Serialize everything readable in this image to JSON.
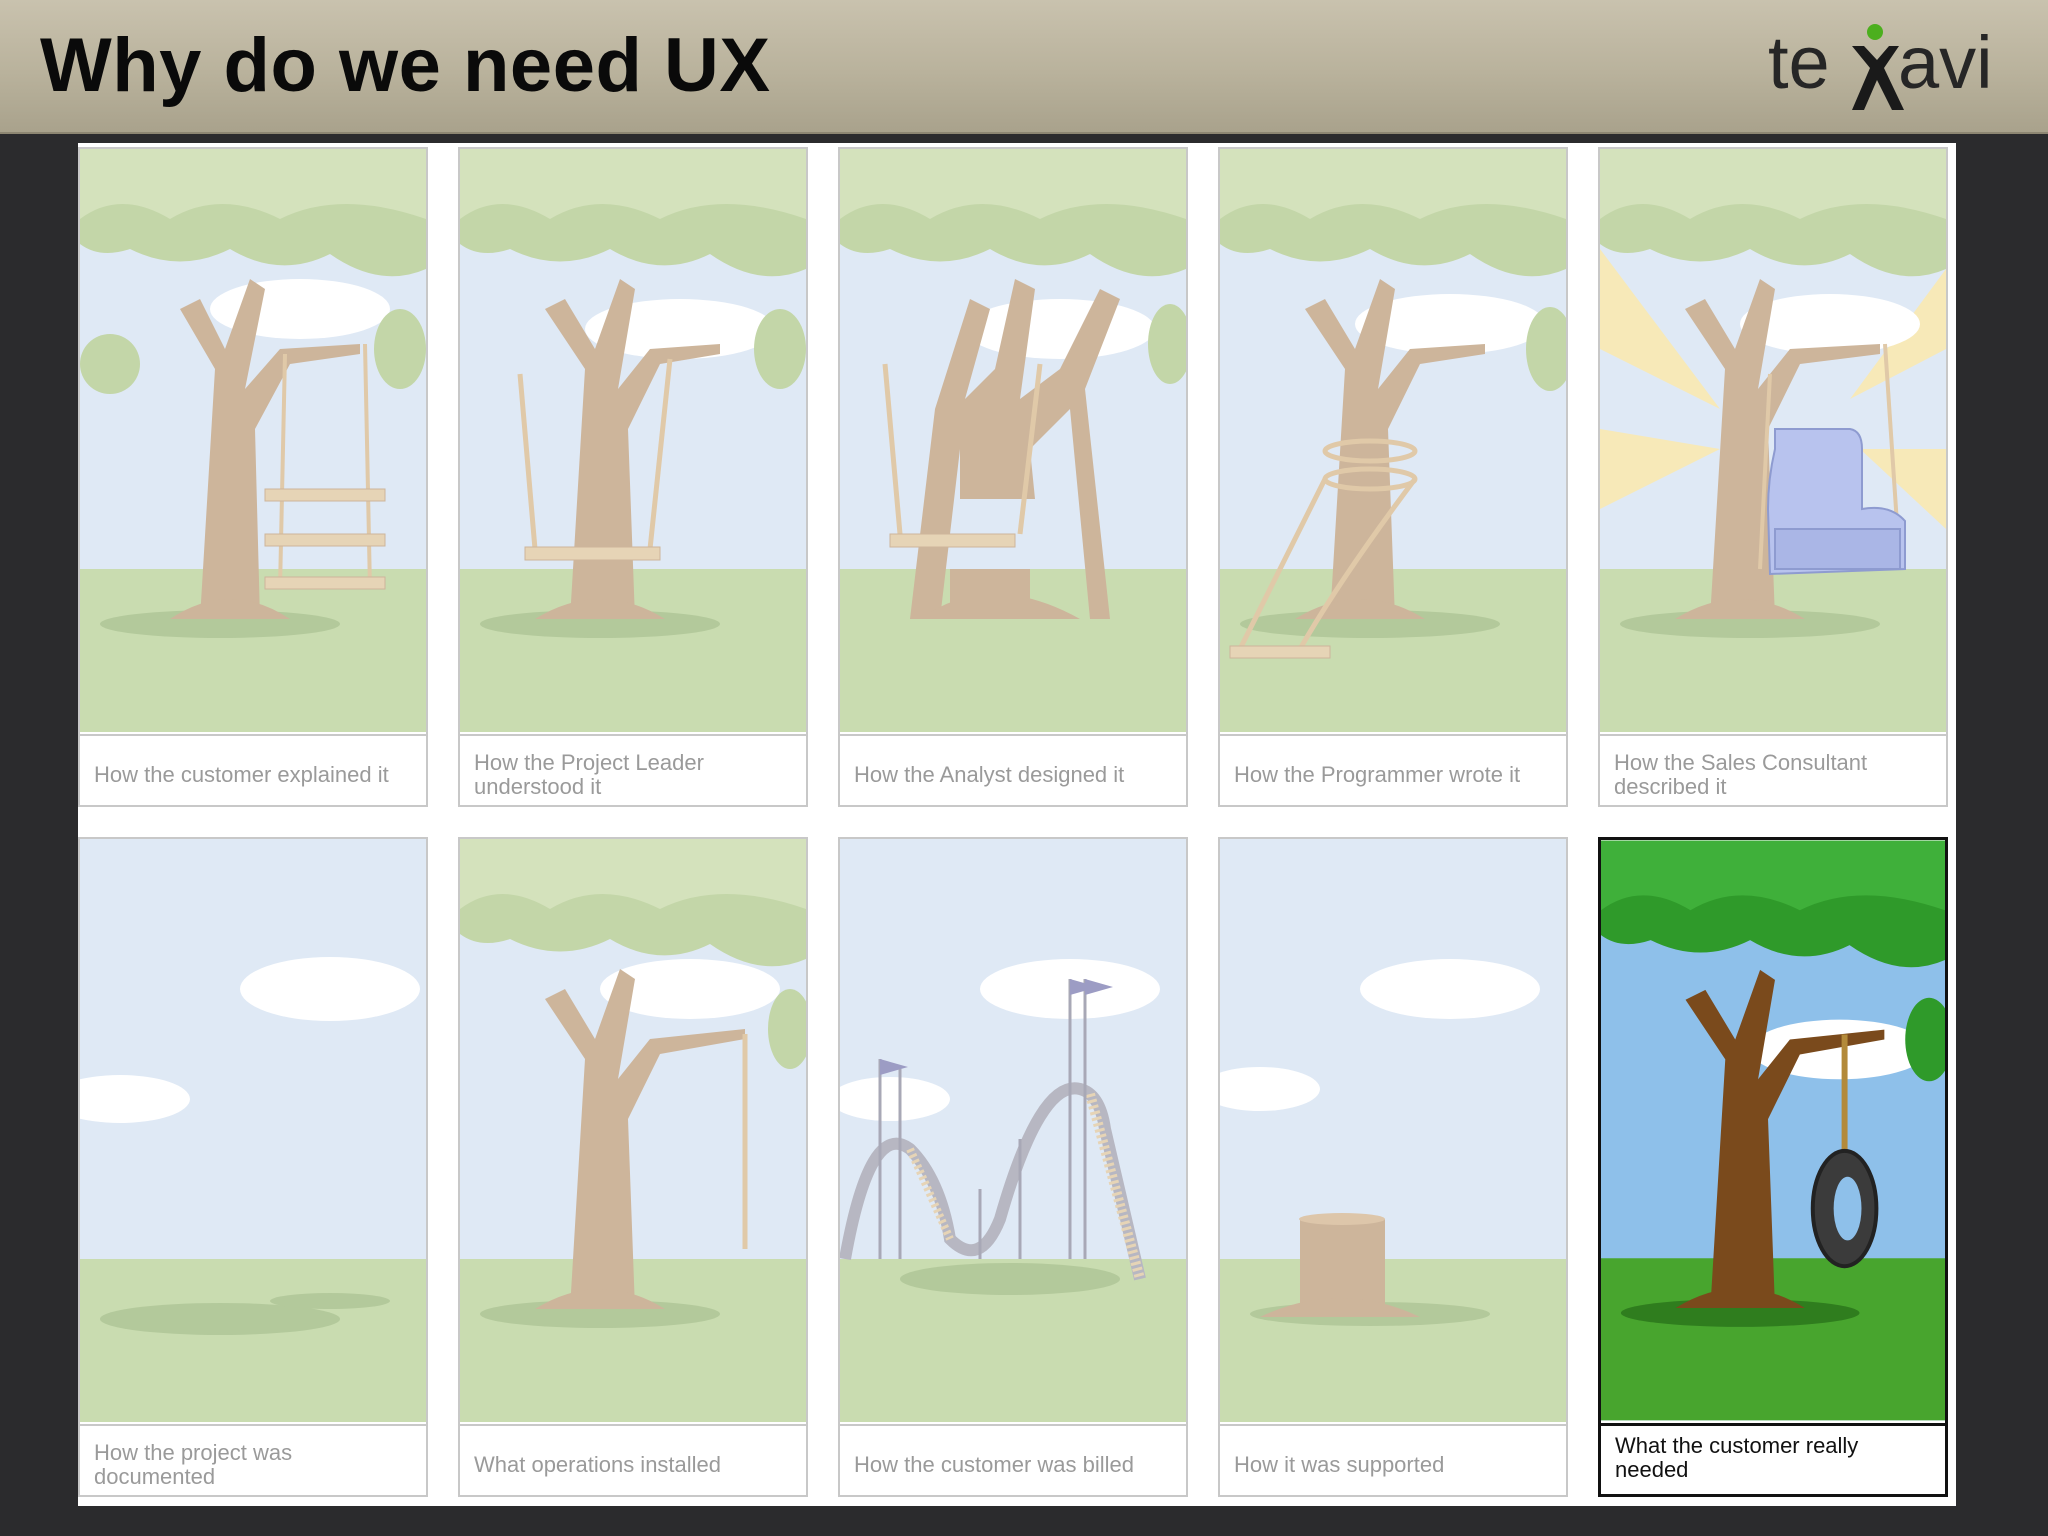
{
  "slide": {
    "title": "Why do we need UX"
  },
  "logo": {
    "text_before": "te",
    "text_after": "avi",
    "icon": "x-person-icon"
  },
  "colors": {
    "header": "#bdb6a0",
    "background": "#2b2b2d",
    "sky": "#dfe9f5",
    "grass": "#c9dcb0",
    "tree_muted": "#cdb59b",
    "tree_vivid": "#7a4a1c",
    "grass_vivid": "#3c9a2a"
  },
  "panels": [
    {
      "caption": "How the customer explained it"
    },
    {
      "caption": "How the Project Leader understood it"
    },
    {
      "caption": "How the Analyst designed it"
    },
    {
      "caption": "How the Programmer wrote it"
    },
    {
      "caption": "How the Sales Consultant described it"
    },
    {
      "caption": "How the project was documented"
    },
    {
      "caption": "What operations installed"
    },
    {
      "caption": "How the customer was billed"
    },
    {
      "caption": "How it was supported"
    },
    {
      "caption": "What the customer really needed"
    }
  ]
}
